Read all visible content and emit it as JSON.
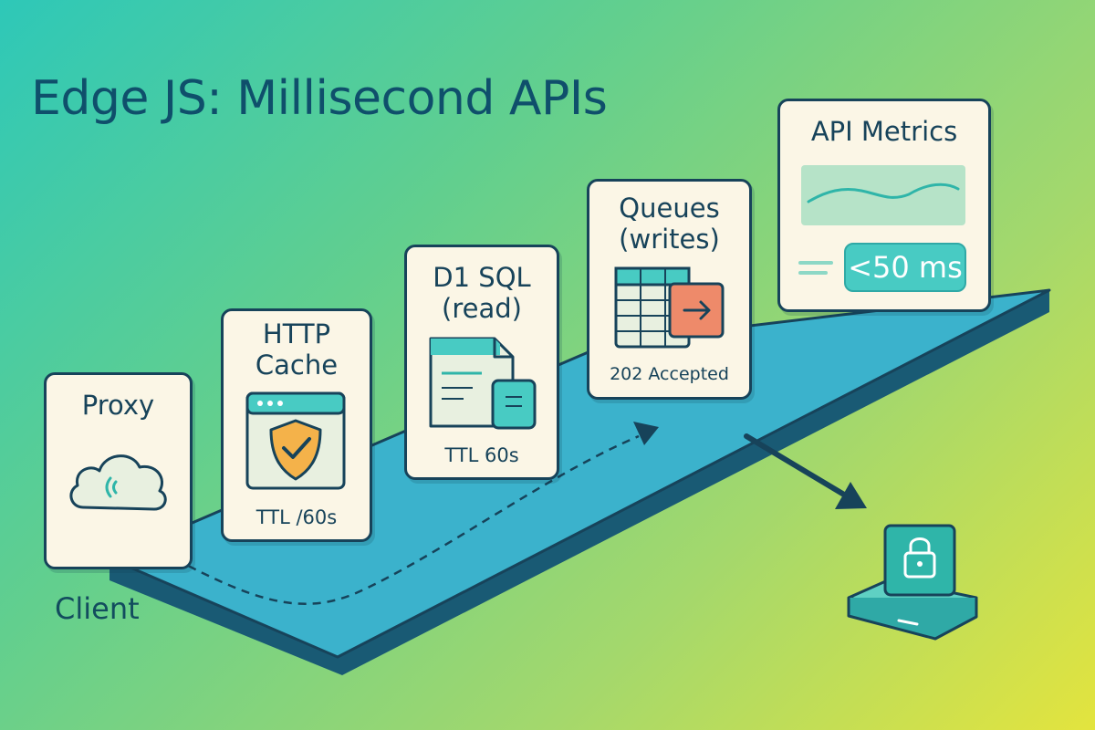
{
  "title": "Edge JS: Millisecond APIs",
  "client_label": "Client",
  "stages": {
    "proxy": {
      "label": "Proxy",
      "icon": "cloud-signal-icon"
    },
    "http_cache": {
      "label_line1": "HTTP",
      "label_line2": "Cache",
      "ttl": "TTL /60s",
      "icon": "shield-check-icon"
    },
    "d1_sql": {
      "label_line1": "D1 SQL",
      "label_line2": "(read)",
      "ttl": "TTL 60s",
      "icon": "database-file-icon"
    },
    "queues": {
      "label_line1": "Queues",
      "label_line2": "(writes)",
      "status": "202 Accepted",
      "icon": "queue-table-arrow-icon"
    },
    "metrics": {
      "label": "API Metrics",
      "latency": "<50 ms",
      "icon": "line-chart-icon"
    }
  },
  "storage_icon": "padlock-icon",
  "colors": {
    "outline": "#17435a",
    "card_bg": "#fbf6e6",
    "ramp": "#3bb2cc",
    "teal_accent": "#48cbc3",
    "shield": "#f4b24a",
    "queue_arrow": "#ee8a6a",
    "title": "#0f4f6b"
  }
}
